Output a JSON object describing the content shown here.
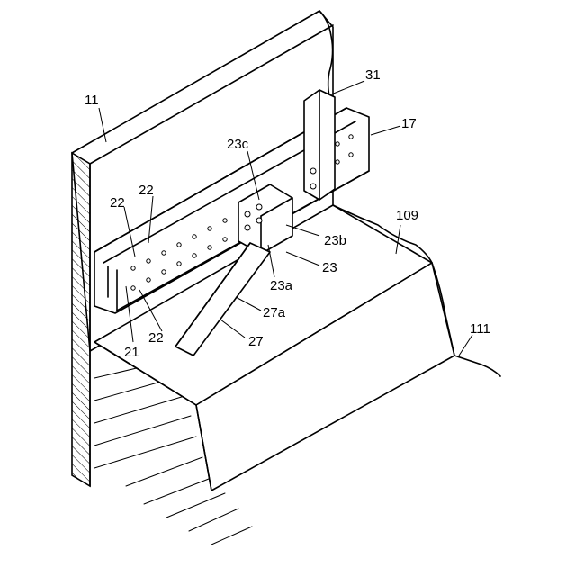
{
  "figure": {
    "labels": {
      "wall": "11",
      "rail": "17",
      "rail_bracket": "21",
      "holes": [
        "22",
        "22",
        "22"
      ],
      "bracket": "23",
      "bracket_a": "23a",
      "bracket_b": "23b",
      "bracket_c": "23c",
      "brace": "27",
      "brace_a": "27a",
      "post": "31",
      "slab": "109",
      "ground": "111"
    }
  }
}
